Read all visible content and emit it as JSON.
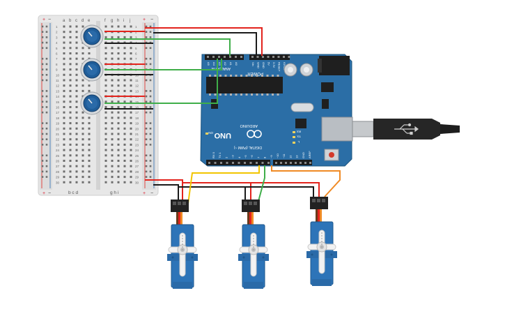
{
  "breadboard": {
    "columns_left": [
      "a",
      "b",
      "c",
      "d",
      "e"
    ],
    "columns_right": [
      "f",
      "g",
      "h",
      "i",
      "j"
    ],
    "columns_left_bottom": "b c d",
    "columns_right_bottom": "g h i",
    "rows": [
      "1",
      "2",
      "3",
      "4",
      "5",
      "6",
      "7",
      "8",
      "9",
      "10",
      "11",
      "12",
      "13",
      "14",
      "15",
      "16",
      "17",
      "18",
      "19",
      "20",
      "21",
      "22",
      "23",
      "24",
      "25",
      "26",
      "27",
      "28",
      "29",
      "30"
    ],
    "rail_plus": "+",
    "rail_minus": "−"
  },
  "arduino": {
    "analog_in": "ANALOG IN",
    "analog_pins": [
      "A5",
      "A4",
      "A3",
      "A2",
      "A1",
      "A0"
    ],
    "power": "POWER",
    "power_pins": [
      "Vin",
      "GND",
      "GND",
      "5V",
      "3.3V",
      "RESET",
      "IOREF"
    ],
    "uno": "UNO",
    "brand": "ARDUINO",
    "digital": "DIGITAL (PWM ~)",
    "digital_pins": [
      "AREF",
      "GND",
      "13",
      "12",
      "~11",
      "~10",
      "~9",
      "8",
      "7",
      "~6",
      "~5",
      "4",
      "~3",
      "2",
      "TX 1",
      "RX 0"
    ],
    "tx": "TX",
    "rx": "RX",
    "on": "ON",
    "l": "L"
  },
  "colors": {
    "wire_red": "#e3231c",
    "wire_black": "#1a1a1a",
    "wire_green": "#3fae49",
    "wire_yellow": "#f2c500",
    "wire_orange": "#f08a24",
    "board_blue": "#2b6ea6",
    "servo_blue": "#2d74b8",
    "pot_blue": "#1f5d99"
  },
  "components": {
    "potentiometers": 3,
    "servos": 3
  }
}
